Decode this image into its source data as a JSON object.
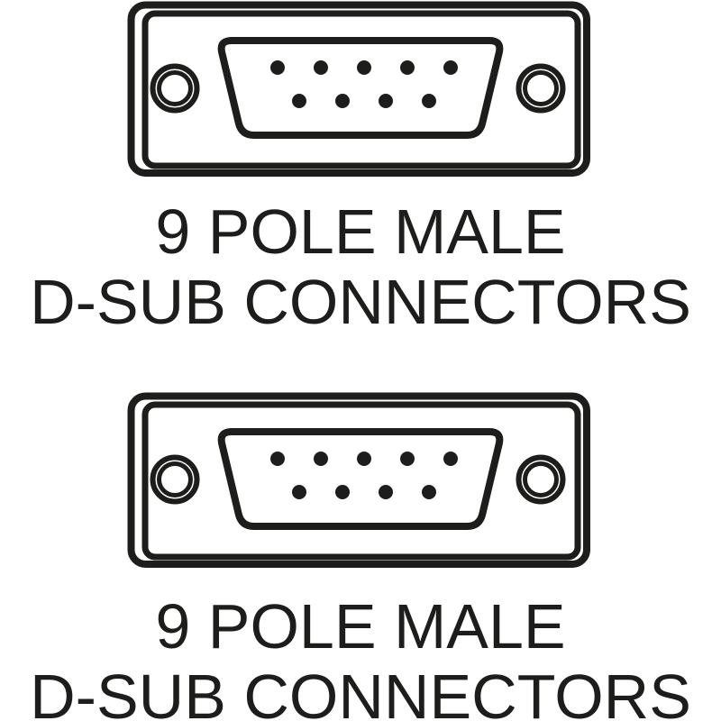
{
  "title": "9 pole male D-sub connectors diagram",
  "ink_color": "#1d1d1b",
  "background_color": "#ffffff",
  "connectors": [
    {
      "name": "9 pole male D-sub connector (top)",
      "label_lines": [
        "9 POLE MALE",
        "D-SUB CONNECTORS"
      ],
      "pins": {
        "top_row": 5,
        "bottom_row": 4,
        "total": 9
      }
    },
    {
      "name": "9 pole male D-sub connector (bottom)",
      "label_lines": [
        "9 POLE MALE",
        "D-SUB CONNECTORS"
      ],
      "pins": {
        "top_row": 5,
        "bottom_row": 4,
        "total": 9
      }
    }
  ]
}
